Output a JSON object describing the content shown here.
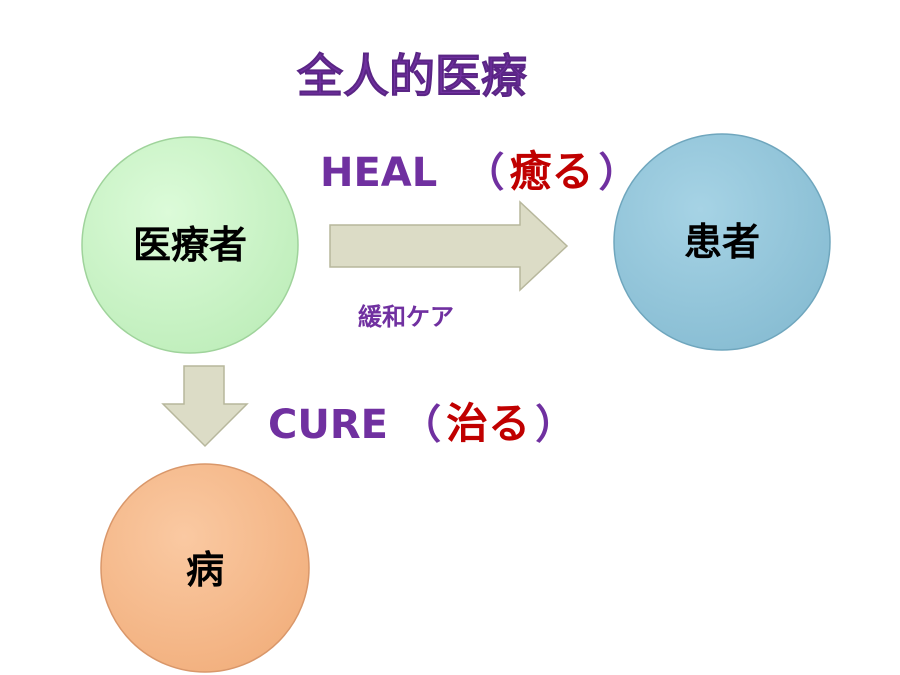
{
  "title": "全人的医療",
  "nodes": {
    "provider": {
      "label": "医療者",
      "color": "#ccf5c9"
    },
    "patient": {
      "label": "患者",
      "color": "#97c8dc"
    },
    "disease": {
      "label": "病",
      "color": "#f7bd8e"
    }
  },
  "heal": {
    "word": "HEAL",
    "paren_open": "（",
    "jp": "癒る",
    "paren_close": "）",
    "sublabel": "緩和ケア"
  },
  "cure": {
    "word": "CURE",
    "paren_open": "（",
    "jp": "治る",
    "paren_close": "）"
  },
  "arrow_color": "#dcdcc6"
}
